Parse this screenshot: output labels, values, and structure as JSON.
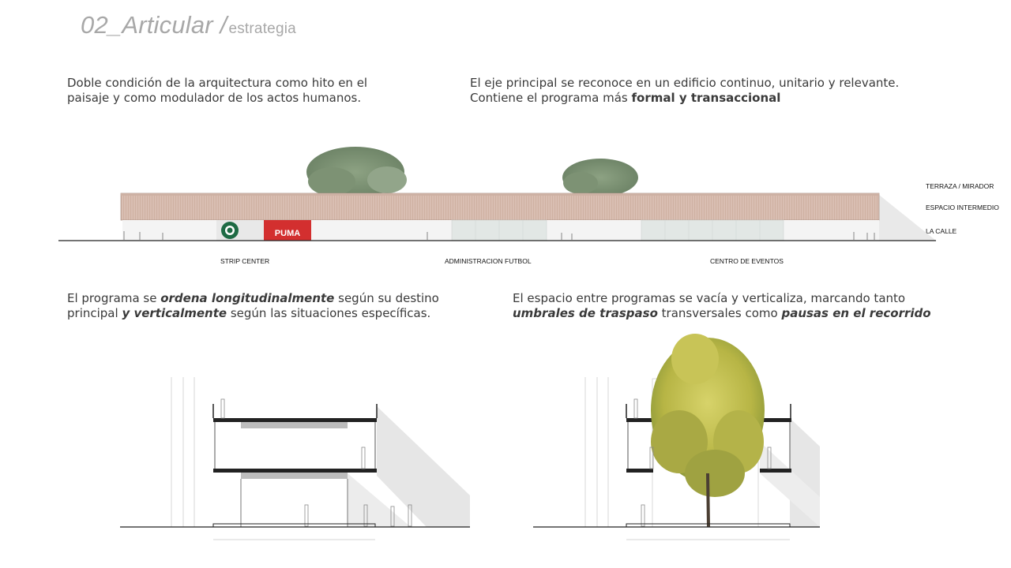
{
  "title": {
    "main": "02_Articular /",
    "sub": "estrategia"
  },
  "paragraphs": {
    "p1": {
      "line1": "Doble condición de la arquitectura como hito en el",
      "line2": "paisaje y como modulador de los actos humanos."
    },
    "p2": {
      "line1": "El eje principal se reconoce en un edificio continuo, unitario y relevante.",
      "line2_a": "Contiene el programa más ",
      "line2_b": "formal y transaccional"
    },
    "p3": {
      "l1_a": "El programa se ",
      "l1_b": "ordena longitudinalmente",
      "l1_c": " según su destino",
      "l2_a": "principal ",
      "l2_b": "y verticalmente",
      "l2_c": " según las situaciones específicas."
    },
    "p4": {
      "l1": "El espacio entre programas se vacía y verticaliza, marcando tanto",
      "l2_a": "umbrales de traspaso",
      "l2_b": " transversales como ",
      "l2_c": "pausas en el recorrido"
    }
  },
  "elevation": {
    "levels": [
      "TERRAZA / MIRADOR",
      "ESPACIO INTERMEDIO",
      "LA CALLE"
    ],
    "zones": [
      "STRIP CENTER",
      "ADMINISTRACION FUTBOL",
      "CENTRO DE EVENTOS"
    ],
    "stores": {
      "puma": "PUMA"
    }
  },
  "colors": {
    "facade": "#d9beb2",
    "starbucks": "#1e6b44",
    "puma": "#d32f2f",
    "tree": "#7a8f74",
    "tree_yellow": "#c9c64e"
  }
}
